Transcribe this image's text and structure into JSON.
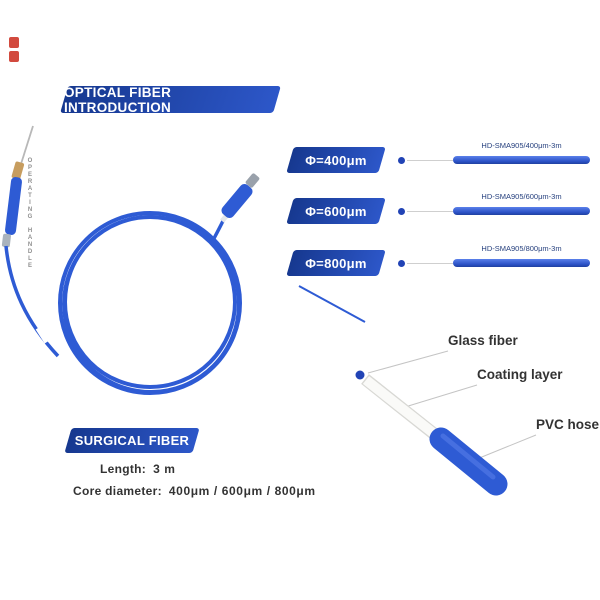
{
  "banners": {
    "title": "OPTICAL FIBER INTRODUCTION",
    "surgical": "SURGICAL FIBER"
  },
  "handle_label": "OPERATING HANDLE",
  "fiber_options": [
    {
      "diameter": "Φ=400μm",
      "model": "HD-SMA905/400μm-3m"
    },
    {
      "diameter": "Φ=600μm",
      "model": "HD-SMA905/600μm-3m"
    },
    {
      "diameter": "Φ=800μm",
      "model": "HD-SMA905/800μm-3m"
    }
  ],
  "cross_section": {
    "glass_fiber": "Glass fiber",
    "coating_layer": "Coating layer",
    "pvc_hose": "PVC hose"
  },
  "specs": {
    "length_label": "Length:",
    "length_value": "3 m",
    "core_label": "Core diameter:",
    "core_value": "400μm / 600μm / 800μm"
  },
  "colors": {
    "banner_blue_dark": "#16388f",
    "banner_blue_light": "#2d57c9",
    "fiber_blue": "#2e5bd4",
    "dot_blue": "#2143b5",
    "label_text": "#333333",
    "model_text": "#26407e",
    "brand_red": "#d24a3e"
  }
}
